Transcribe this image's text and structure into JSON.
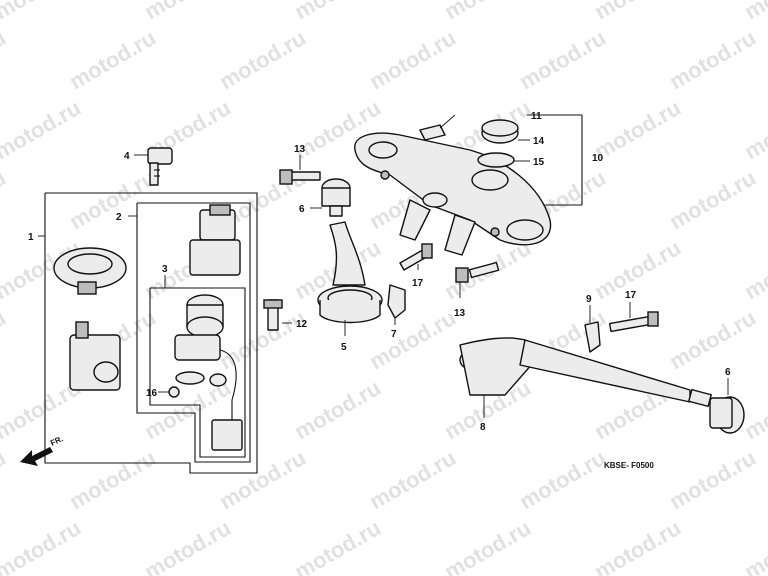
{
  "watermark": "motod.ru",
  "diagram_code": "KBSE- F0500",
  "direction_label": "FR.",
  "callouts": {
    "c1": "1",
    "c2": "2",
    "c3": "3",
    "c4": "4",
    "c5": "5",
    "c6a": "6",
    "c6b": "6",
    "c7": "7",
    "c8": "8",
    "c9": "9",
    "c10": "10",
    "c11": "11",
    "c12": "12",
    "c13a": "13",
    "c13b": "13",
    "c14": "14",
    "c15": "15",
    "c16": "16",
    "c17a": "17",
    "c17b": "17"
  },
  "colors": {
    "line": "#111111",
    "watermark": "#c9c9c9",
    "background": "#ffffff"
  },
  "icons": [
    "key-icon",
    "direction-arrow-icon"
  ]
}
